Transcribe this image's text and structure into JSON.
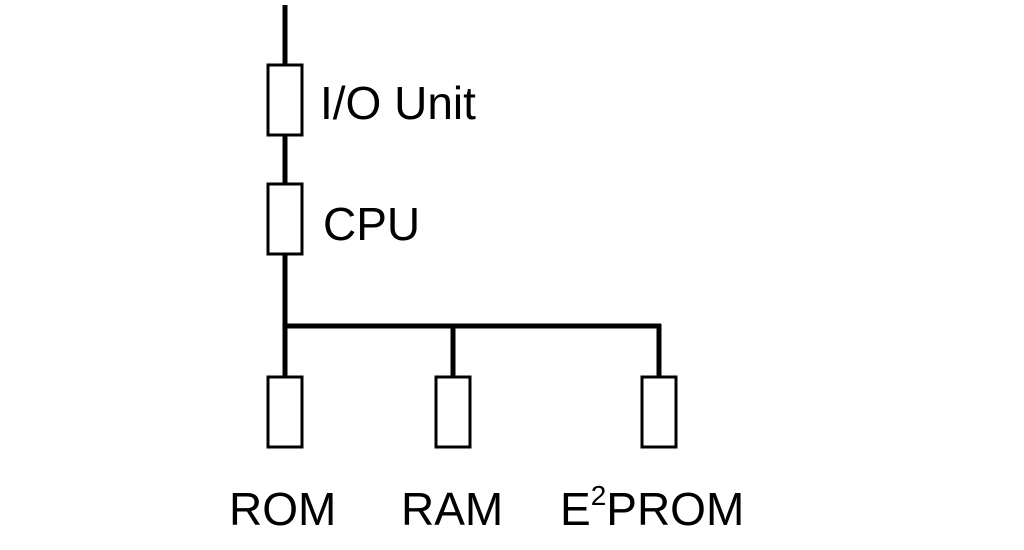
{
  "colors": {
    "stroke": "#000000",
    "fill": "#ffffff"
  },
  "components": {
    "io_unit": {
      "label": "I/O Unit"
    },
    "cpu": {
      "label": "CPU"
    },
    "rom": {
      "label": "ROM"
    },
    "ram": {
      "label": "RAM"
    },
    "eeprom": {
      "label_prefix": "E",
      "label_superscript": "2",
      "label_suffix": "PROM"
    }
  }
}
